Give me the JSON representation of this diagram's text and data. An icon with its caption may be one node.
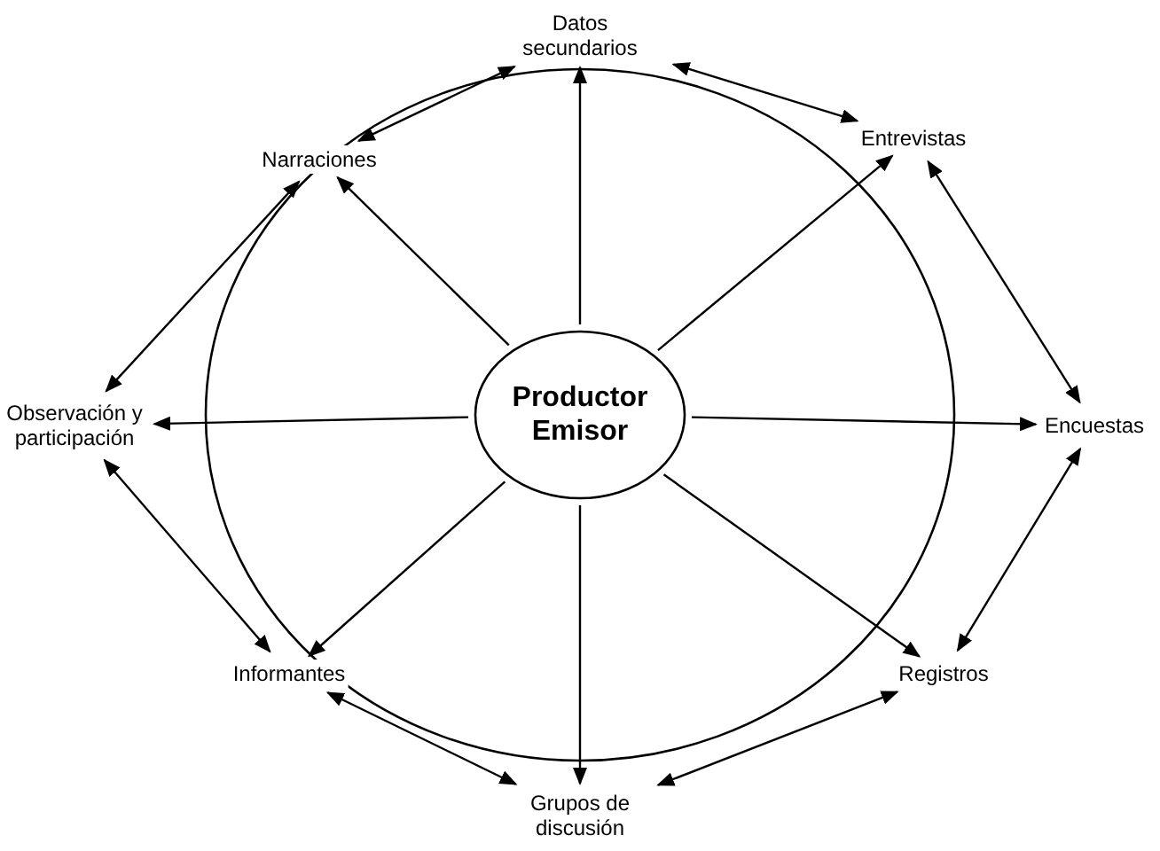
{
  "diagram": {
    "nodes": [
      {
        "text": [],
        "shape": "circle"
      },
      {
        "text": [
          "Productor Emisor"
        ],
        "in": 0
      },
      {
        "text": [
          "Datos secundarios"
        ]
      },
      {
        "text": [
          "Entrevistas"
        ]
      },
      {
        "text": [
          "Narraciones"
        ]
      },
      {
        "text": [
          "Encuestas"
        ]
      },
      {
        "text": [
          "Observación y participación"
        ]
      },
      {
        "text": [
          "Informantes"
        ]
      },
      {
        "text": [
          "Registros"
        ]
      },
      {
        "text": [
          "Grupos de discusión"
        ]
      }
    ],
    "edges": [
      {
        "from": 1,
        "to": 2,
        "arrow": "to"
      },
      {
        "from": 1,
        "to": 3,
        "arrow": "to"
      },
      {
        "from": 1,
        "to": 5,
        "arrow": "to"
      },
      {
        "from": 1,
        "to": 8,
        "arrow": "to"
      },
      {
        "from": 1,
        "to": 9,
        "arrow": "to"
      },
      {
        "from": 1,
        "to": 7,
        "arrow": "to"
      },
      {
        "from": 1,
        "to": 6,
        "arrow": "to"
      },
      {
        "from": 1,
        "to": 4,
        "arrow": "to"
      },
      {
        "from": 2,
        "to": 3,
        "arrow": "both"
      },
      {
        "from": 3,
        "to": 5,
        "arrow": "both"
      },
      {
        "from": 5,
        "to": 8,
        "arrow": "both"
      },
      {
        "from": 8,
        "to": 9,
        "arrow": "both"
      },
      {
        "from": 9,
        "to": 7,
        "arrow": "both"
      },
      {
        "from": 7,
        "to": 6,
        "arrow": "both"
      },
      {
        "from": 6,
        "to": 4,
        "arrow": "both"
      },
      {
        "from": 4,
        "to": 2,
        "arrow": "both"
      }
    ]
  }
}
